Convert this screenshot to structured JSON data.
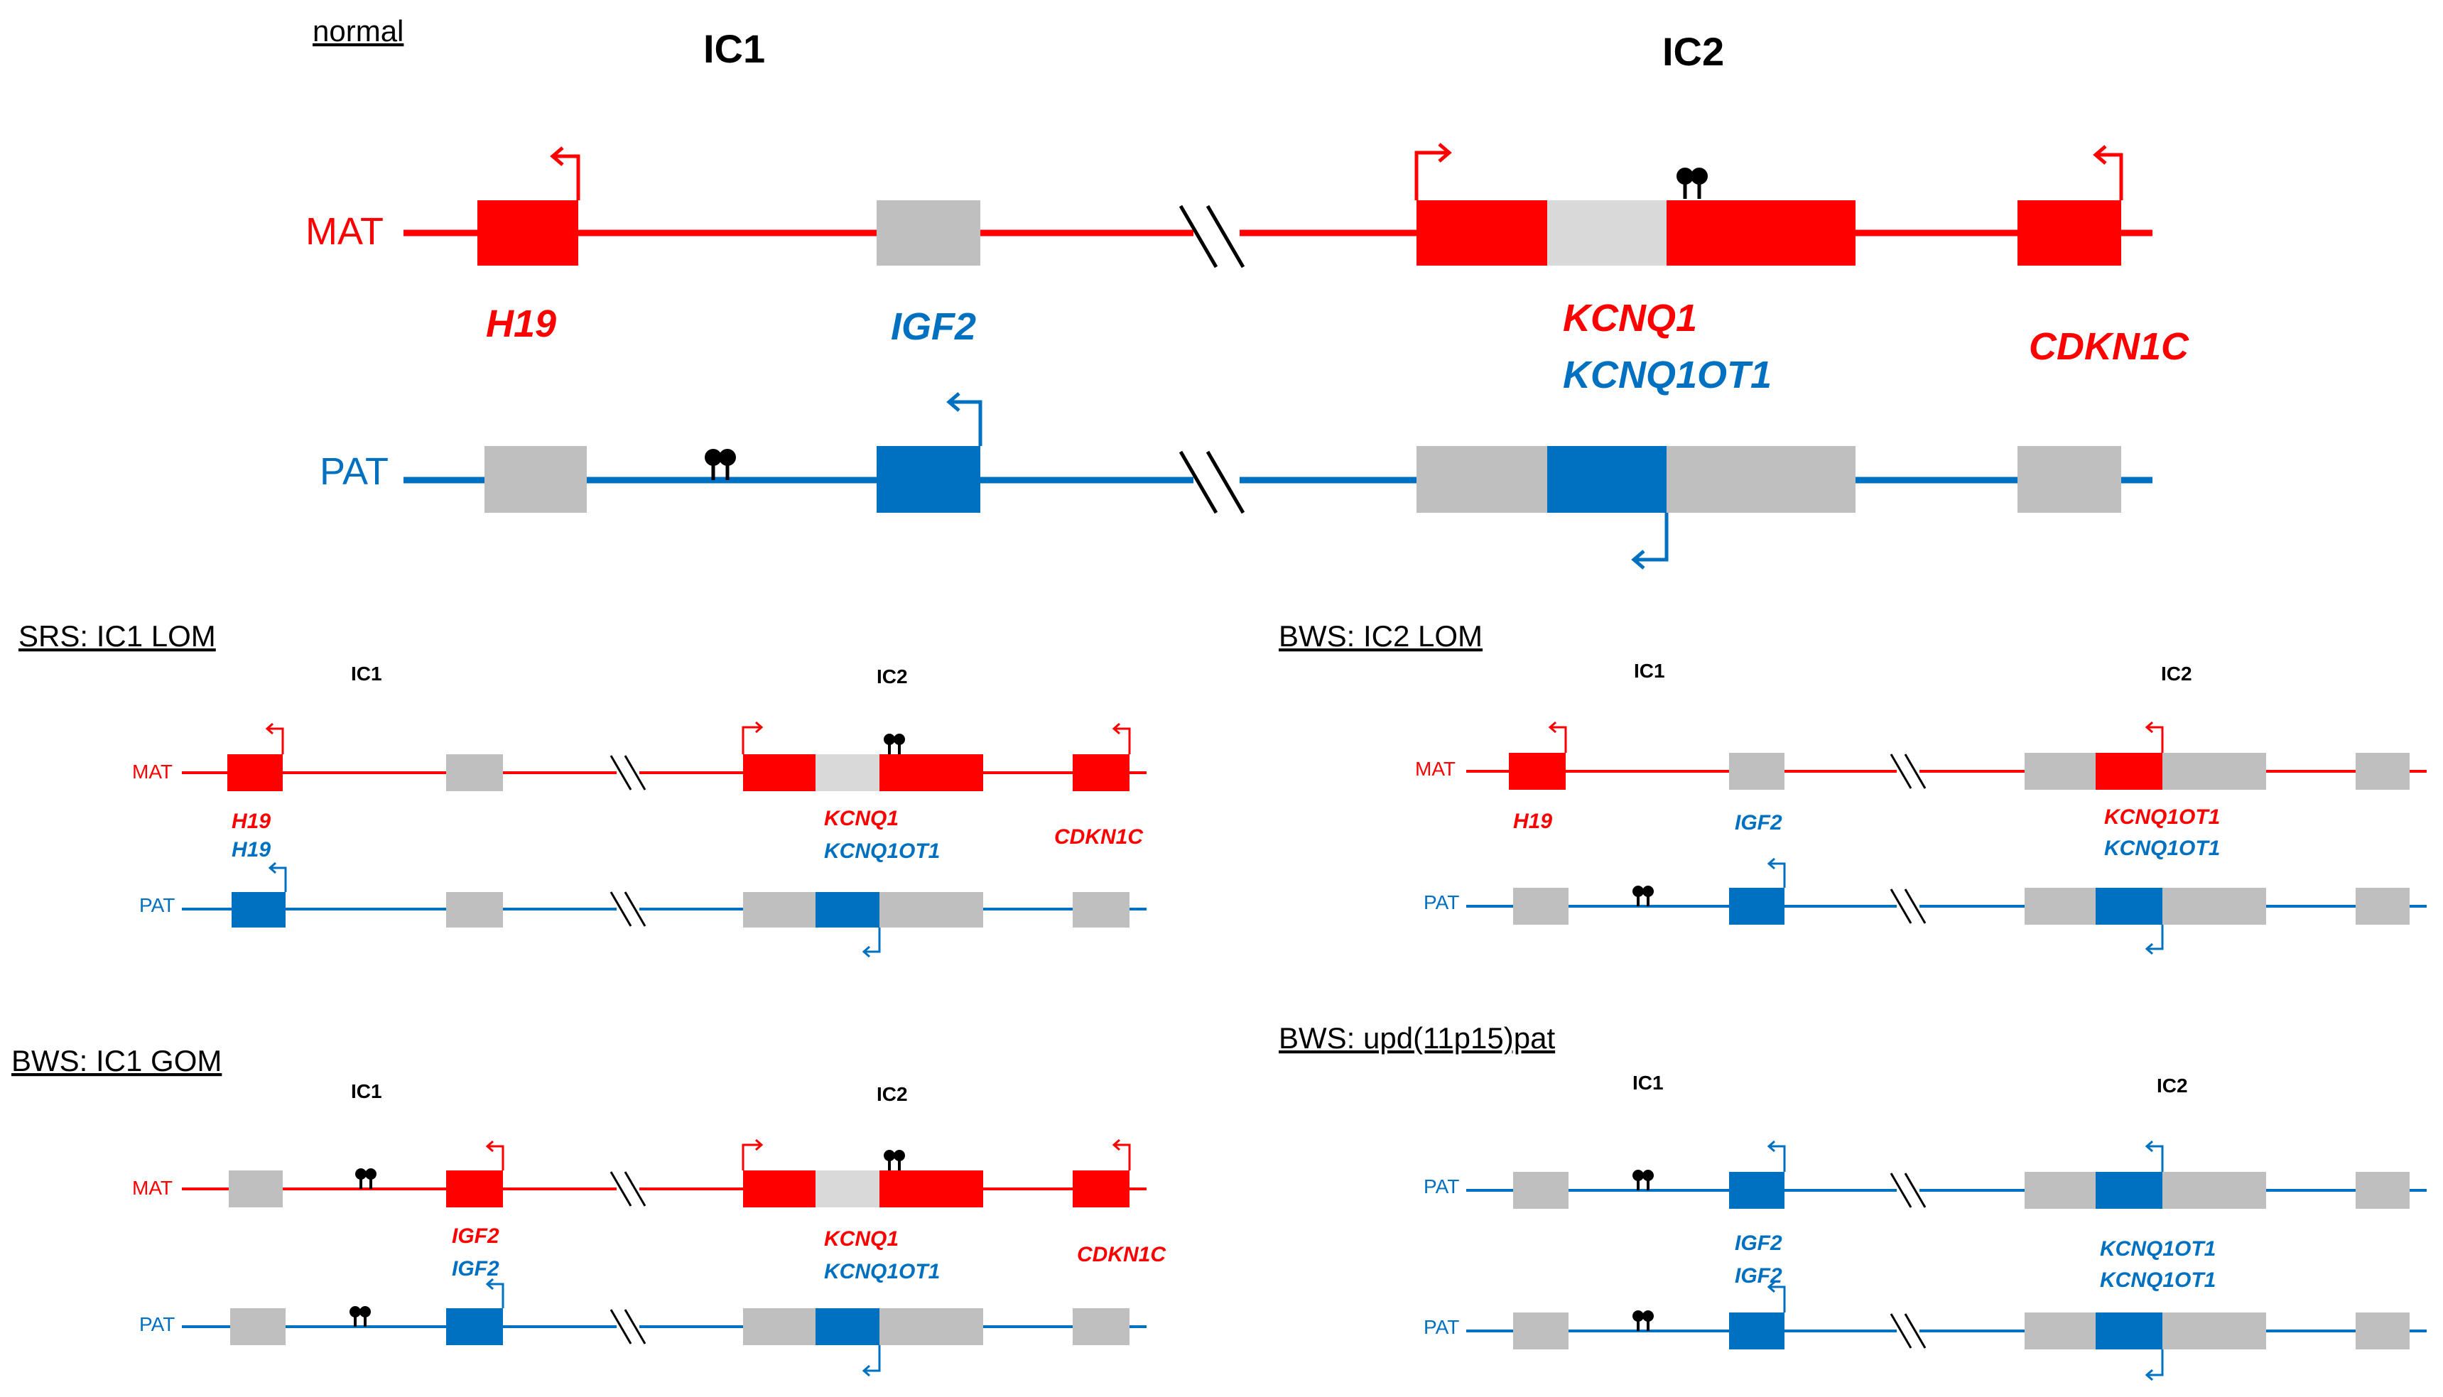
{
  "colors": {
    "maternal": "#ff0000",
    "paternal": "#0070c0",
    "silent_box": "#bfbfbf",
    "light_box": "#d9d9d9",
    "methylation": "#000000"
  },
  "icons": [
    "transcription-arrow-icon",
    "methylation-lollipop-icon",
    "break-mark-icon"
  ],
  "normal": {
    "title": "normal",
    "ic1": "IC1",
    "ic2": "IC2",
    "mat_label": "MAT",
    "pat_label": "PAT",
    "genes": {
      "h19": "H19",
      "igf2": "IGF2",
      "kcnq1": "KCNQ1",
      "kcnq1ot1": "KCNQ1OT1",
      "cdkn1c": "CDKN1C"
    }
  },
  "srs_ic1_lom": {
    "title": "SRS: IC1 LOM",
    "ic1": "IC1",
    "ic2": "IC2",
    "mat_label": "MAT",
    "pat_label": "PAT",
    "genes": {
      "h19_mat": "H19",
      "h19_pat": "H19",
      "kcnq1": "KCNQ1",
      "kcnq1ot1": "KCNQ1OT1",
      "cdkn1c": "CDKN1C"
    }
  },
  "bws_ic2_lom": {
    "title": "BWS: IC2 LOM",
    "ic1": "IC1",
    "ic2": "IC2",
    "mat_label": "MAT",
    "pat_label": "PAT",
    "genes": {
      "h19": "H19",
      "igf2": "IGF2",
      "kcnq1ot1_mat": "KCNQ1OT1",
      "kcnq1ot1_pat": "KCNQ1OT1"
    }
  },
  "bws_ic1_gom": {
    "title": "BWS: IC1 GOM",
    "ic1": "IC1",
    "ic2": "IC2",
    "mat_label": "MAT",
    "pat_label": "PAT",
    "genes": {
      "igf2_mat": "IGF2",
      "igf2_pat": "IGF2",
      "kcnq1": "KCNQ1",
      "kcnq1ot1": "KCNQ1OT1",
      "cdkn1c": "CDKN1C"
    }
  },
  "bws_upd_pat": {
    "title": "BWS: upd(11p15)pat",
    "ic1": "IC1",
    "ic2": "IC2",
    "pat_label_1": "PAT",
    "pat_label_2": "PAT",
    "genes": {
      "igf2_1": "IGF2",
      "igf2_2": "IGF2",
      "kcnq1ot1_1": "KCNQ1OT1",
      "kcnq1ot1_2": "KCNQ1OT1"
    }
  }
}
